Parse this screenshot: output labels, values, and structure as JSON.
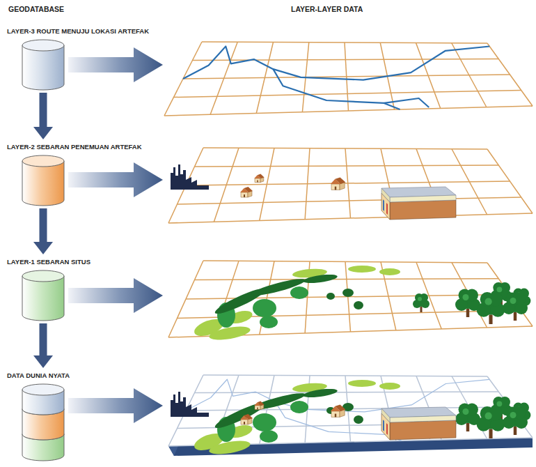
{
  "diagram": {
    "nodes": [
      {
        "text": [
          "LAYER-3 ROUTE MENUJU LOKASI ARTEFAK"
        ]
      },
      {
        "text": [
          "LAYER-2 SEBARAN PENEMUAN ARTEFAK"
        ]
      },
      {
        "text": [
          "LAYER-1 SEBARAN SITUS"
        ]
      },
      {
        "text": [
          "DATA DUNIA NYATA"
        ]
      }
    ],
    "edges": [
      {
        "from": 0,
        "to": 1,
        "arrow": "to"
      },
      {
        "from": 1,
        "to": 2,
        "arrow": "to"
      },
      {
        "from": 2,
        "to": 3,
        "arrow": "to"
      }
    ],
    "labels": [
      "GEODATABASE",
      "LAYER-LAYER DATA"
    ]
  }
}
